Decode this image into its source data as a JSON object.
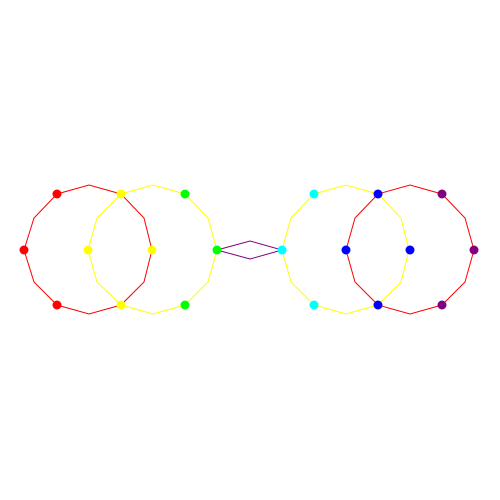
{
  "diagram": {
    "background": "#ffffff",
    "outlines": [
      {
        "name": "red-loop",
        "color": "#ff0000"
      },
      {
        "name": "yellow-loop-left",
        "color": "#ffff00"
      },
      {
        "name": "yellow-loop-right",
        "color": "#ffff00"
      },
      {
        "name": "red-loop-right",
        "color": "#ff0000"
      },
      {
        "name": "purple-bridge",
        "color": "#800080"
      }
    ],
    "node_colors": [
      "#ff0000",
      "#ffff00",
      "#00ff00",
      "#00ffff",
      "#0000ff",
      "#800080"
    ],
    "node_count": 20
  }
}
